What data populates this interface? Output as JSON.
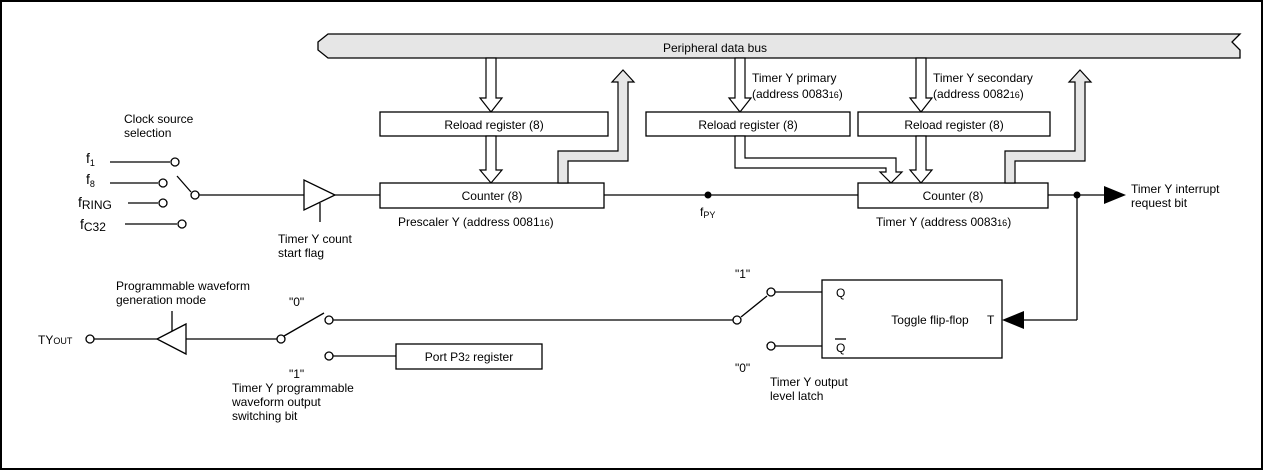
{
  "bus": {
    "label": "Peripheral data bus"
  },
  "clock": {
    "title_line1": "Clock source",
    "title_line2": "selection",
    "inputs": [
      {
        "main": "f",
        "sub": "1"
      },
      {
        "main": "f",
        "sub": "8"
      },
      {
        "main": "f",
        "sub": "RING"
      },
      {
        "main": "f",
        "sub": "C32"
      }
    ]
  },
  "start_flag": {
    "line1": "Timer Y count",
    "line2": "start flag"
  },
  "reload_prescaler": {
    "label": "Reload register (8)"
  },
  "reload_primary": {
    "label": "Reload register (8)"
  },
  "reload_secondary": {
    "label": "Reload register (8)"
  },
  "counter_prescaler": {
    "label": "Counter (8)"
  },
  "counter_timer": {
    "label": "Counter (8)"
  },
  "prescaler_caption": {
    "text": "Prescaler Y (address 0081",
    "sub": "16",
    "close": ")"
  },
  "timer_caption": {
    "text": "Timer Y (address 0083",
    "sub": "16",
    "close": ")"
  },
  "primary_label": {
    "line1": "Timer Y primary",
    "line2": "(address 0083",
    "sub": "16",
    "close": ")"
  },
  "secondary_label": {
    "line1": "Timer Y secondary",
    "line2": "(address 0082",
    "sub": "16",
    "close": ")"
  },
  "fpy": {
    "main": "f",
    "sub": "PY"
  },
  "interrupt": {
    "line1": "Timer Y interrupt",
    "line2": "request bit"
  },
  "waveform_mode": {
    "line1": "Programmable waveform",
    "line2": "generation mode"
  },
  "tyout": {
    "main": "TY",
    "sub": "OUT"
  },
  "switch_left": {
    "zero": "\"0\"",
    "one": "\"1\""
  },
  "switch_right": {
    "one": "\"1\"",
    "zero": "\"0\""
  },
  "port_register": {
    "main": "Port P3",
    "sub": "2",
    "rest": " register"
  },
  "switching_bit": {
    "line1": "Timer Y programmable",
    "line2": "waveform output",
    "line3": "switching bit"
  },
  "toggle_ff": {
    "label": "Toggle flip-flop",
    "q": "Q",
    "qbar": "Q",
    "t": "T"
  },
  "output_latch": {
    "line1": "Timer Y output",
    "line2": "level latch"
  }
}
